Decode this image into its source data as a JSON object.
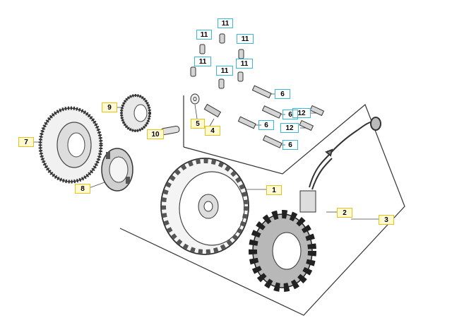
{
  "diagram": {
    "callouts": {
      "c1": "1",
      "c2": "2",
      "c3": "3",
      "c4": "4",
      "c5": "5",
      "c6a": "6",
      "c6b": "6",
      "c6c": "6",
      "c6d": "6",
      "c7": "7",
      "c8": "8",
      "c9": "9",
      "c10": "10",
      "c11a": "11",
      "c11b": "11",
      "c11c": "11",
      "c11d": "11",
      "c11e": "11",
      "c11f": "11",
      "c12a": "12",
      "c12b": "12"
    },
    "colors": {
      "line": "#333333",
      "cyan_box": "#39b8d8",
      "yellow_box": "#e6c21a"
    }
  }
}
